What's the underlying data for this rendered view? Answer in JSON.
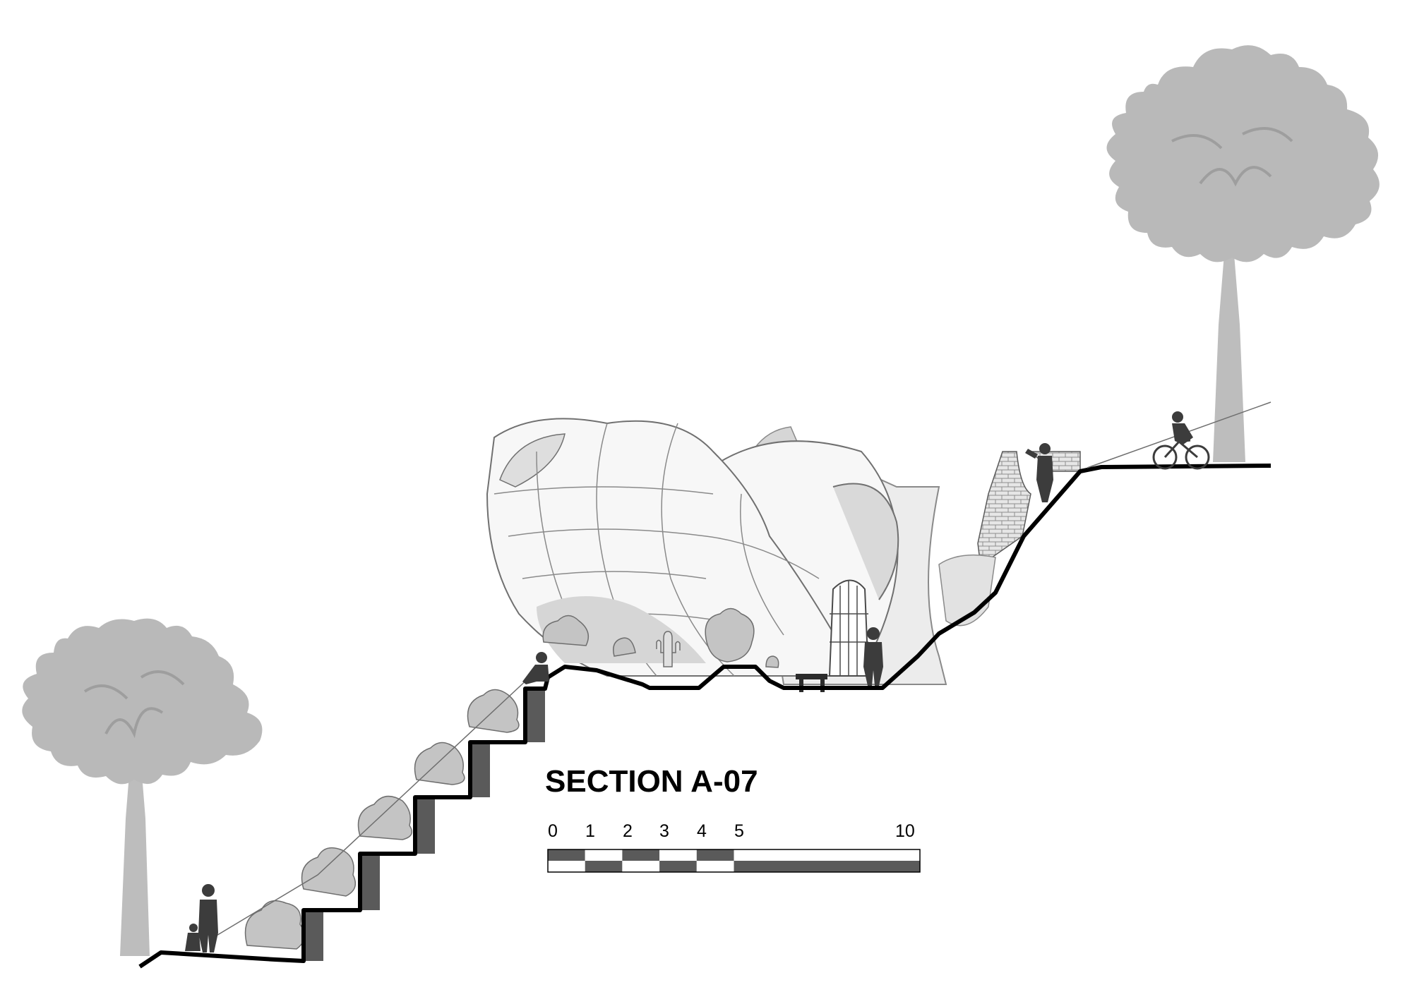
{
  "title": "SECTION A-07",
  "scale_bar": {
    "labels": [
      "0",
      "1",
      "2",
      "3",
      "4",
      "5",
      "10"
    ],
    "segments": [
      {
        "from": 0,
        "to": 1
      },
      {
        "from": 1,
        "to": 2
      },
      {
        "from": 2,
        "to": 3
      },
      {
        "from": 3,
        "to": 4
      },
      {
        "from": 4,
        "to": 5
      },
      {
        "from": 5,
        "to": 10
      }
    ]
  },
  "colors": {
    "line": "#000000",
    "foliage": "#b9b9b9",
    "trunk": "#bdbdbd",
    "wall_fill": "#5a5a5a",
    "shell_fill": "#f7f7f7",
    "shell_lines": "#8a8a8a",
    "people": "#3c3c3c",
    "scale_dark": "#5a5a5a"
  },
  "icons": [
    "tree-icon",
    "person-icon",
    "dog-icon",
    "cyclist-icon",
    "shrub-icon",
    "cactus-icon",
    "bench-icon"
  ]
}
